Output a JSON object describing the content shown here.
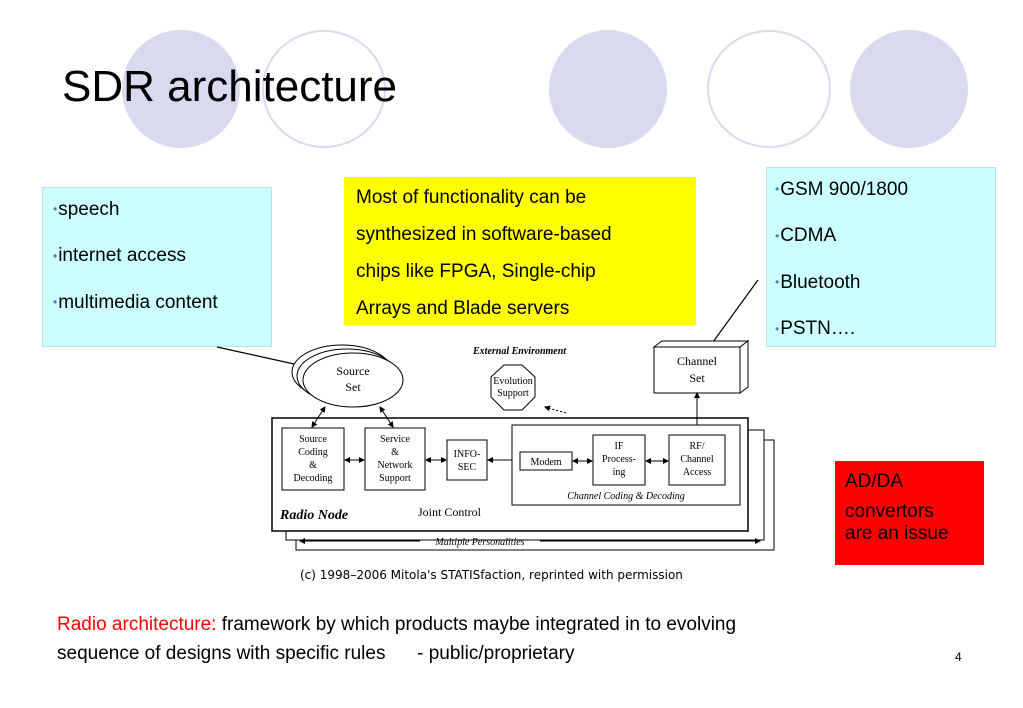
{
  "slide": {
    "title": "SDR architecture",
    "services": [
      "speech",
      "internet access",
      "multimedia content"
    ],
    "networks": [
      "GSM 900/1800",
      "CDMA",
      "Bluetooth",
      "PSTN…."
    ],
    "functionality_note": [
      "Most of functionality can be",
      "synthesized in software-based",
      "chips like FPGA, Single-chip",
      "Arrays and Blade servers"
    ],
    "adda_note": [
      "AD/DA",
      "convertors",
      "are an issue"
    ],
    "footer": {
      "highlight": "Radio architecture:",
      "text_line1": " framework by which products maybe integrated in to evolving",
      "text_line2": "sequence of designs with specific rules      - public/proprietary"
    },
    "page_number": "4"
  },
  "diagram": {
    "external_environment": "External Environment",
    "source_set": [
      "Source",
      "Set"
    ],
    "evolution_support": [
      "Evolution",
      "Support"
    ],
    "channel_set": [
      "Channel",
      "Set"
    ],
    "source_coding": [
      "Source",
      "Coding",
      "&",
      "Decoding"
    ],
    "service_network": [
      "Service",
      "&",
      "Network",
      "Support"
    ],
    "infosec": [
      "INFO-",
      "SEC"
    ],
    "modem": "Modem",
    "if_processing": [
      "IF",
      "Process-",
      "ing"
    ],
    "rf_access": [
      "RF/",
      "Channel",
      "Access"
    ],
    "channel_coding": "Channel Coding & Decoding",
    "radio_node": "Radio Node",
    "joint_control": "Joint Control",
    "multiple_personalities": "Multiple Personalities",
    "copyright": "(c) 1998–2006 Mitola's STATISfaction, reprinted with permission"
  }
}
